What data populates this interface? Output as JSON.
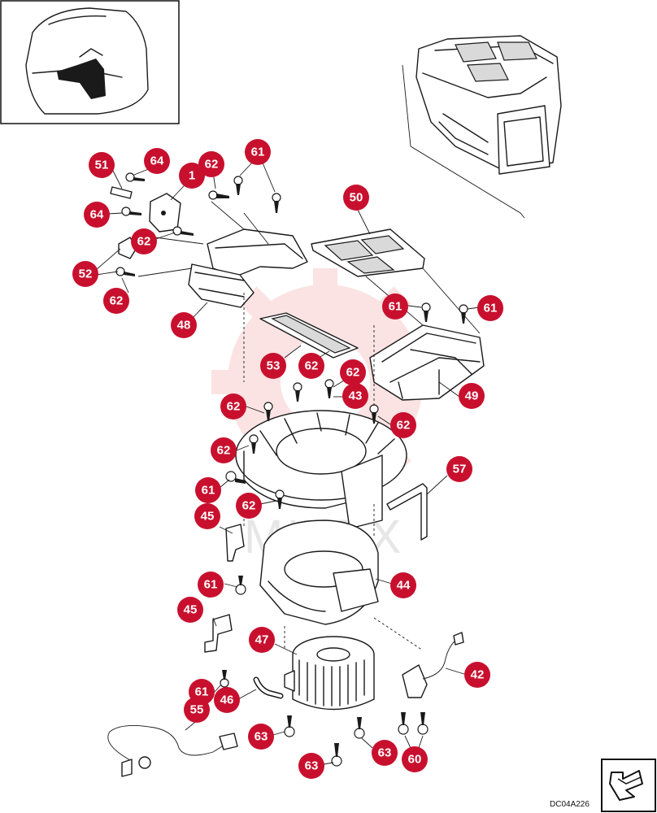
{
  "diagram": {
    "doc_code": "DC04A226",
    "watermark_text": "MITEX",
    "nav_arrow": "forward-arrow-icon",
    "callout_color": "#c8102e",
    "callouts": [
      "51",
      "64",
      "1",
      "62",
      "61",
      "64",
      "62",
      "52",
      "62",
      "48",
      "50",
      "61",
      "61",
      "53",
      "62",
      "62",
      "43",
      "49",
      "62",
      "62",
      "62",
      "61",
      "62",
      "57",
      "45",
      "44",
      "61",
      "45",
      "47",
      "42",
      "61",
      "46",
      "55",
      "63",
      "63",
      "63",
      "60"
    ]
  }
}
